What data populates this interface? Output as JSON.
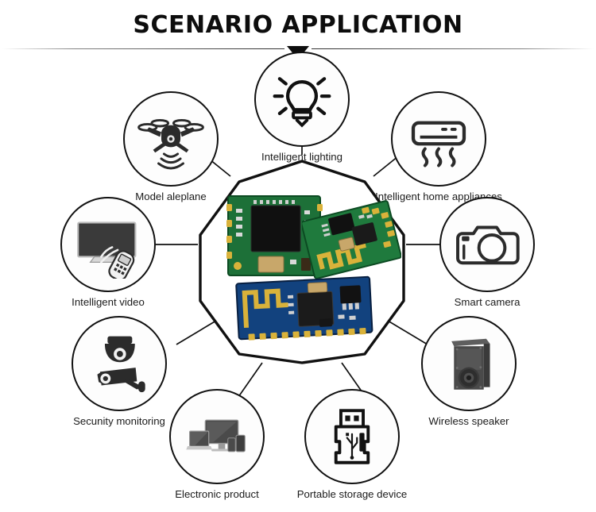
{
  "header": {
    "title": "SCENARIO APPLICATION",
    "divider_icon": "triangle-down-icon"
  },
  "colors": {
    "title": "#0d0d0d",
    "label": "#1b1b1b",
    "outline": "#111111",
    "background": "#ffffff",
    "pcb_green": "#1f7a3d",
    "pcb_green_dark": "#0e5a2a",
    "pcb_blue": "#12427e",
    "pcb_blue_dark": "#0a2c57",
    "gold": "#d6a92b",
    "chip_black": "#141414",
    "speaker_gray": "#4a4a4a",
    "device_gray": "#6e6e6e"
  },
  "center": {
    "shape": "decagon",
    "boards": [
      {
        "name": "green-square-module",
        "color": "#1f7a3d"
      },
      {
        "name": "green-antenna-module",
        "color": "#1f7a3d"
      },
      {
        "name": "blue-antenna-module",
        "color": "#12427e"
      }
    ]
  },
  "nodes": [
    {
      "id": "intelligent-lighting",
      "label": "Intelligent lighting",
      "icon": "lightbulb-icon"
    },
    {
      "id": "intelligent-home-appliances",
      "label": "Intelligent home appliances",
      "icon": "air-conditioner-icon"
    },
    {
      "id": "smart-camera",
      "label": "Smart camera",
      "icon": "camera-icon"
    },
    {
      "id": "wireless-speaker",
      "label": "Wireless speaker",
      "icon": "speaker-icon"
    },
    {
      "id": "portable-storage-device",
      "label": "Portable storage device",
      "icon": "usb-drive-icon"
    },
    {
      "id": "electronic-product",
      "label": "Electronic product",
      "icon": "devices-icon"
    },
    {
      "id": "secunity-monitoring",
      "label": "Secunity monitoring",
      "icon": "cctv-camera-icon"
    },
    {
      "id": "intelligent-video",
      "label": "Intelligent video",
      "icon": "tv-remote-icon"
    },
    {
      "id": "model-aleplane",
      "label": "Model aleplane",
      "icon": "drone-icon"
    }
  ]
}
